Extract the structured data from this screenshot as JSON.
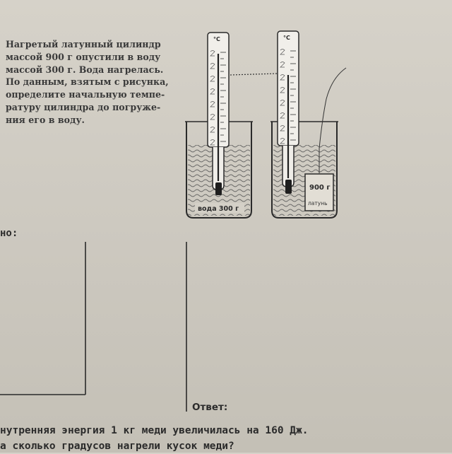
{
  "problem": {
    "lines": [
      "Нагретый латунный цилиндр",
      "массой 900 г опустили в воду",
      "массой 300 г. Вода нагрелась.",
      "По данным, взятым с рисунка,",
      "определите начальную темпе-",
      "ратуру цилиндра до погруже-",
      "ния его в воду."
    ]
  },
  "figure": {
    "unit": "°C",
    "water_label": "вода 300 г",
    "cylinder_mass": "900 г",
    "cylinder_material": "латунь"
  },
  "solution": {
    "given_label": "но:",
    "answer_label": "Ответ:"
  },
  "next_problem": {
    "line1": "нутренняя энергия 1 кг меди увеличилась на 160 Дж.",
    "line2": "а сколько градусов нагрели кусок меди?"
  }
}
